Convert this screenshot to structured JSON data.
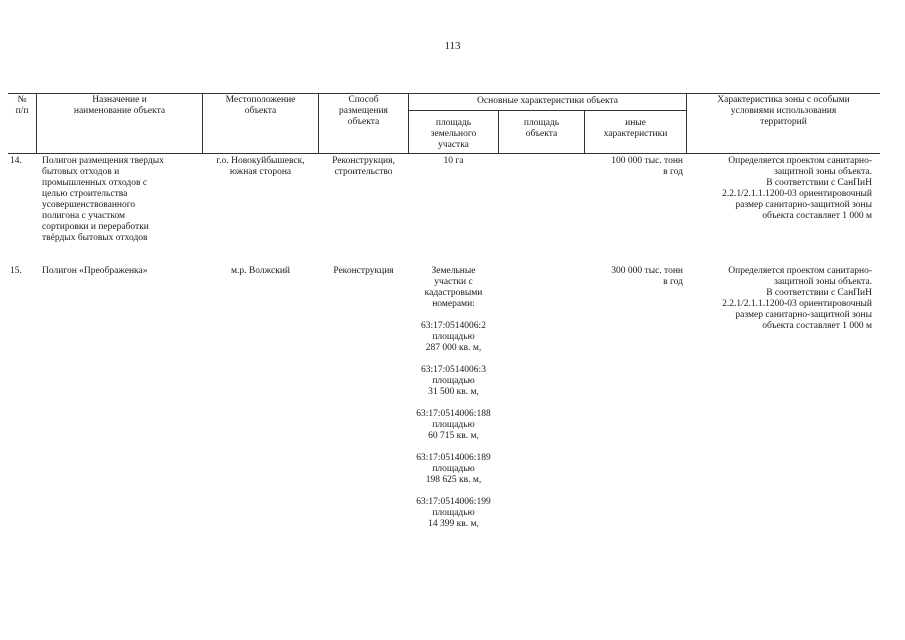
{
  "page": {
    "number": "113"
  },
  "table": {
    "headers": {
      "num": "№\nп/п",
      "name": "Назначение и\nнаименование объекта",
      "location": "Местоположение\nобъекта",
      "method": "Способ\nразмещения\nобъекта",
      "main_chars": "Основные характеристики объекта",
      "land_area": "площадь\nземельного\nучастка",
      "object_area": "площадь\nобъекта",
      "other_chars": "иные\nхарактеристики",
      "zone": "Характеристика зоны с особыми\nусловиями использования\nтерриторий"
    },
    "rows": [
      {
        "num": "14.",
        "name": "Полигон размещения твердых\nбытовых отходов и\nпромышленных отходов с\nцелью строительства\nусовершенствованного\nполигона с участком\nсортировки и переработки\nтвёрдых бытовых отходов",
        "location": "г.о. Новокуйбышевск,\nюжная сторона",
        "method": "Реконструкция,\nстроительство",
        "land_area": "10 га",
        "object_area": "",
        "other": "100 000 тыс. тонн\nв год",
        "zone": "Определяется проектом санитарно-\nзащитной зоны объекта.\nВ соответствии с СанПиН\n2.2.1/2.1.1.1200-03 ориентировочный\nразмер санитарно-защитной зоны\nобъекта составляет 1 000 м"
      },
      {
        "num": "15.",
        "name": "Полигон «Преображенка»",
        "location": "м.р. Волжский",
        "method": "Реконструкция",
        "land_area": "Земельные\nучастки с\nкадастровыми\nномерами:\n\n63:17:0514006:2\nплощадью\n287 000 кв. м,\n\n63:17:0514006:3\nплощадью\n31 500 кв. м,\n\n63:17:0514006:188\nплощадью\n60 715 кв. м,\n\n63:17:0514006:189\nплощадью\n198 625 кв. м,\n\n63:17:0514006:199\nплощадью\n14 399 кв. м,",
        "object_area": "",
        "other": "300 000 тыс. тонн\nв год",
        "zone": "Определяется проектом санитарно-\nзащитной зоны объекта.\nВ соответствии с СанПиН\n2.2.1/2.1.1.1200-03 ориентировочный\nразмер санитарно-защитной зоны\nобъекта составляет 1 000 м"
      }
    ]
  }
}
